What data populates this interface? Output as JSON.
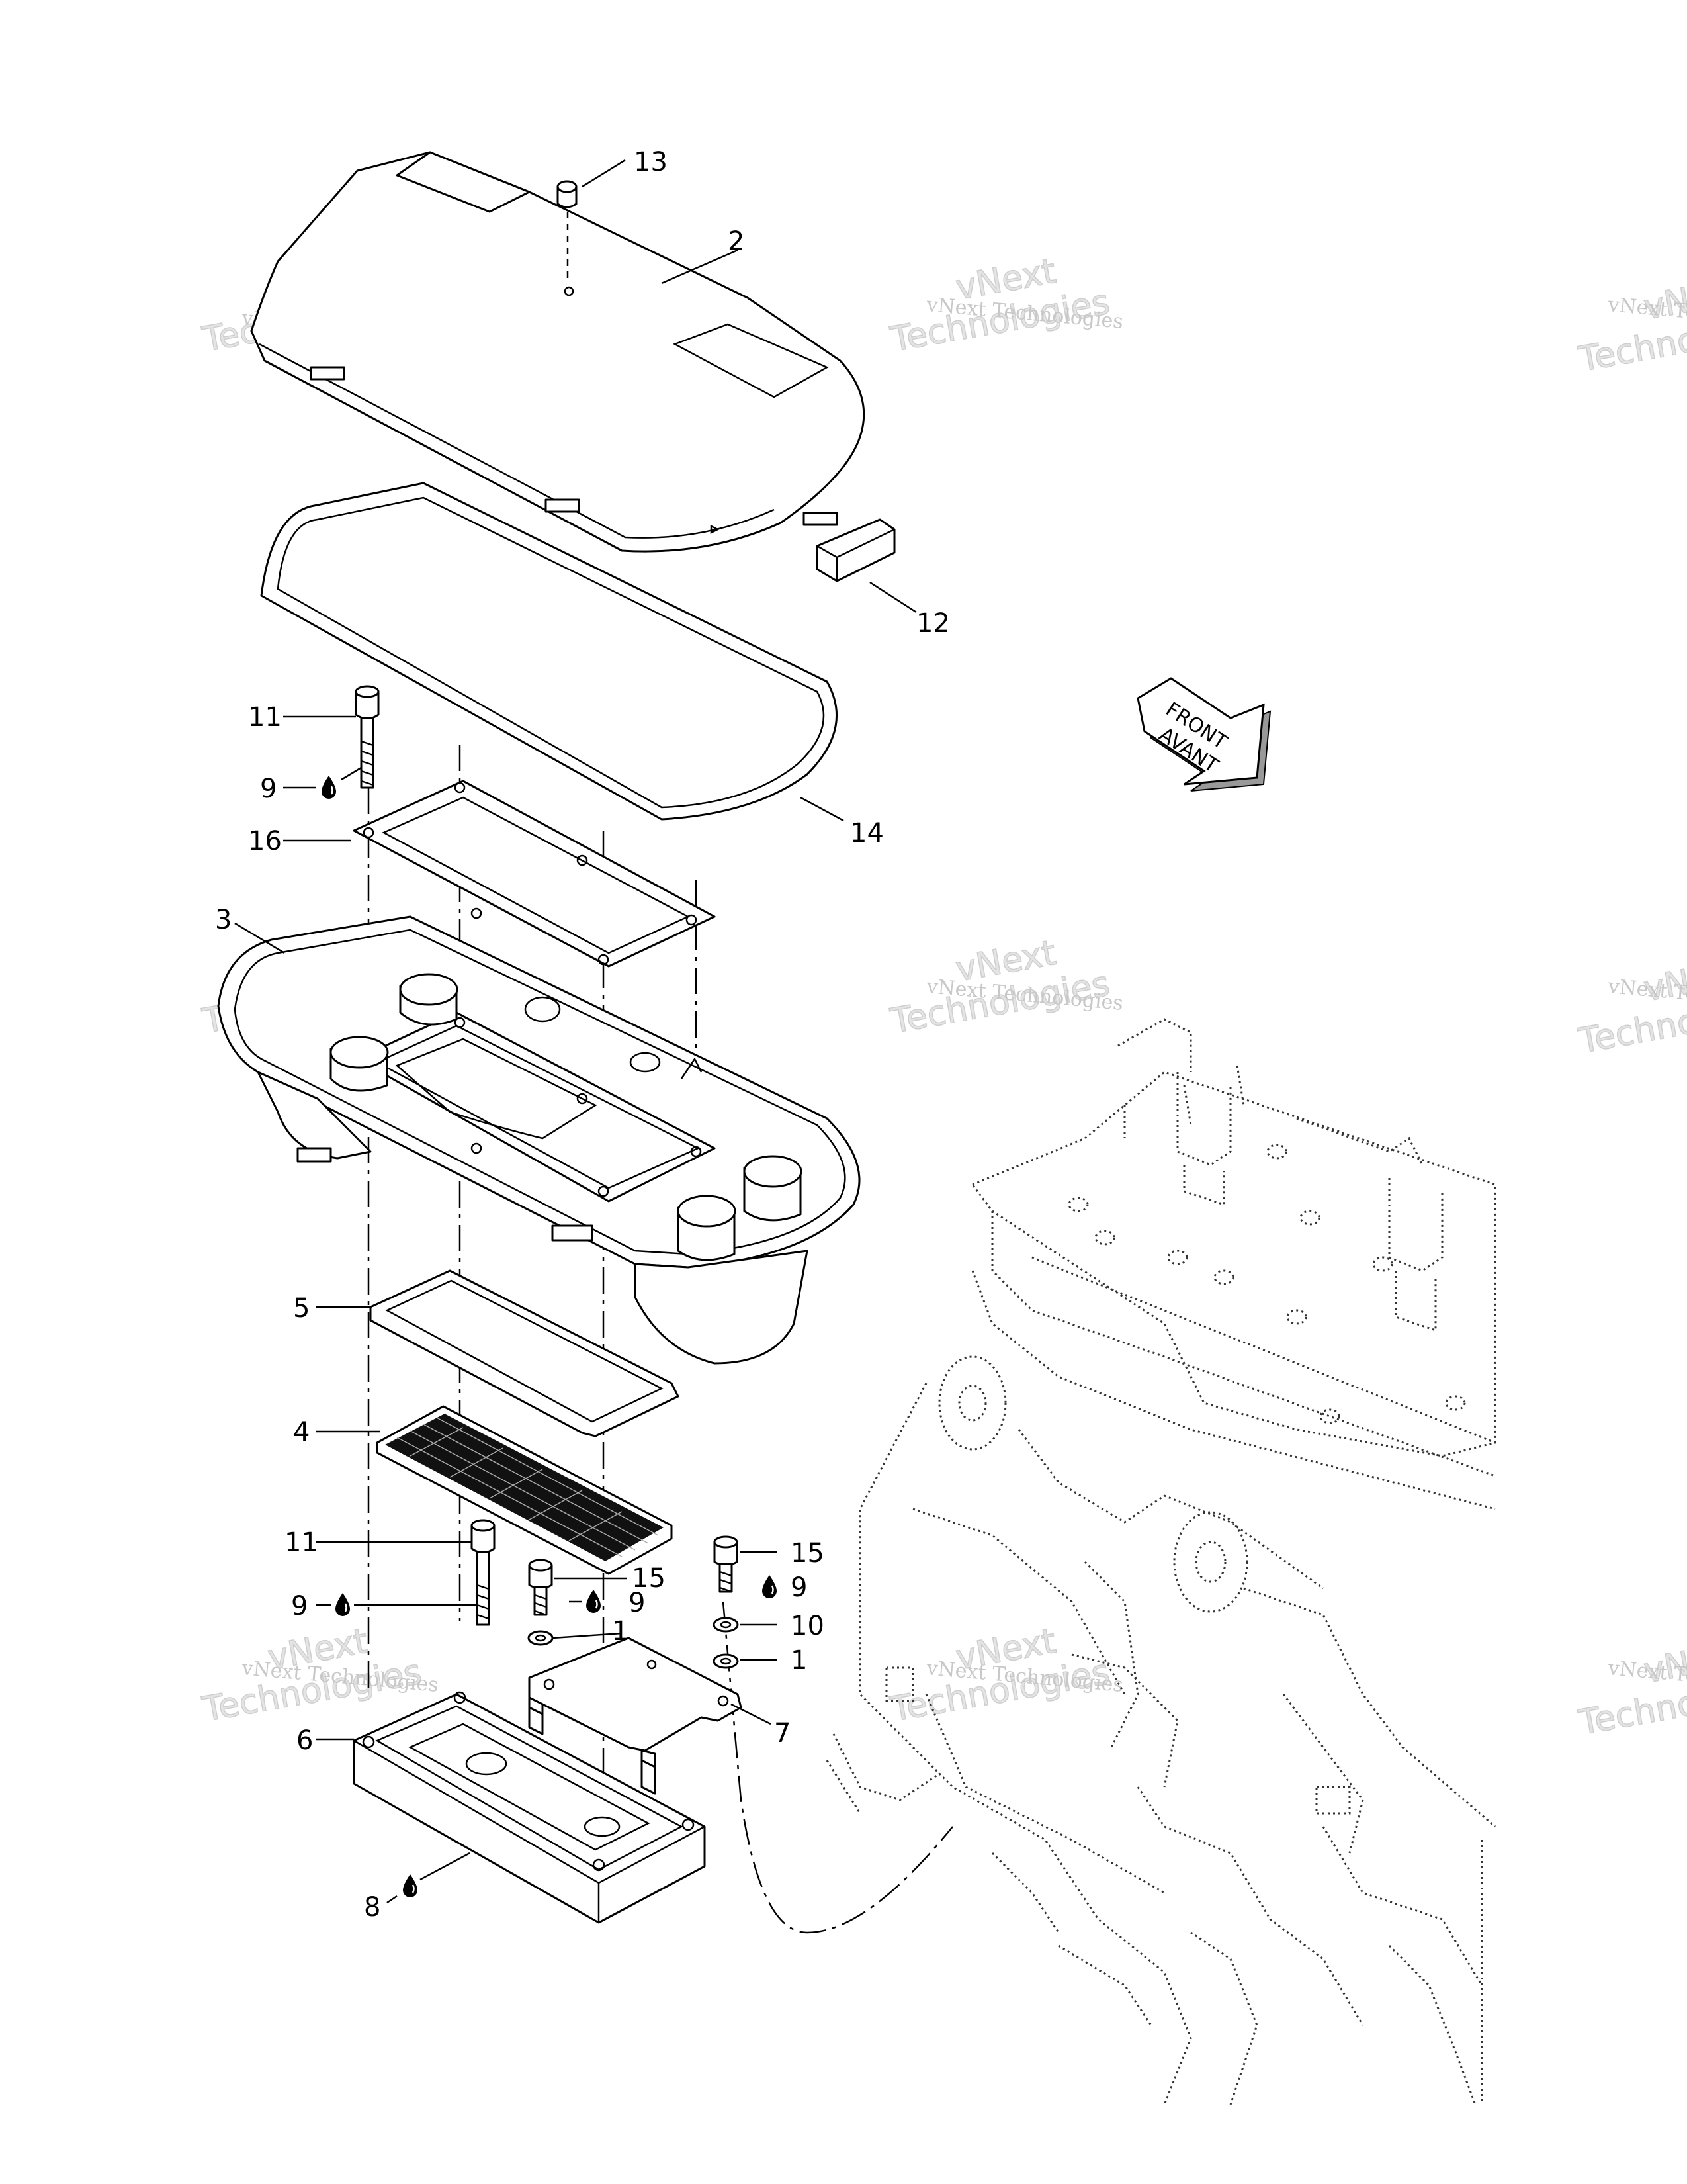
{
  "diagram": {
    "callouts": {
      "c13": "13",
      "c2": "2",
      "c12": "12",
      "c14": "14",
      "c11_top": "11",
      "c9_top": "9",
      "c16": "16",
      "c3": "3",
      "c5": "5",
      "c4": "4",
      "c11_bot": "11",
      "c9_left": "9",
      "c15_mid": "15",
      "c9_mid": "9",
      "c1_mid": "1",
      "c15_right": "15",
      "c9_right": "9",
      "c10": "10",
      "c1_right": "1",
      "c7": "7",
      "c6": "6",
      "c8": "8"
    },
    "front_arrow": {
      "line1": "FRONT",
      "line2": "AVANT"
    },
    "watermark": {
      "small": "vNext Technologies",
      "big_1": "vNext",
      "big_2": "Technologies"
    },
    "icons": [
      "oil-drop-icon"
    ]
  }
}
